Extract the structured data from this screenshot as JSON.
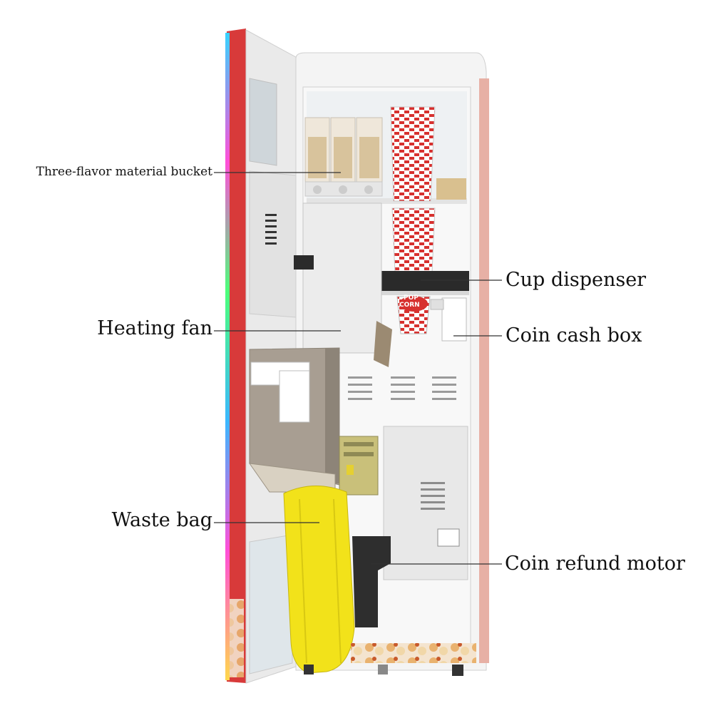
{
  "labels": {
    "material_bucket": "Three-flavor material bucket",
    "cup_dispenser": "Cup dispenser",
    "heating_fan": "Heating fan",
    "coin_cash_box": "Coin cash box",
    "waste_bag": "Waste bag",
    "coin_refund_motor": "Coin refund motor"
  },
  "cup_text": {
    "line1": "POP",
    "line2": "CORN"
  },
  "colors": {
    "cabinet": "#f2f2f2",
    "door_edge": "#d83a3a",
    "waste_bag": "#f2e21a",
    "steel": "#a89e92",
    "cup_red": "#d7312f"
  }
}
